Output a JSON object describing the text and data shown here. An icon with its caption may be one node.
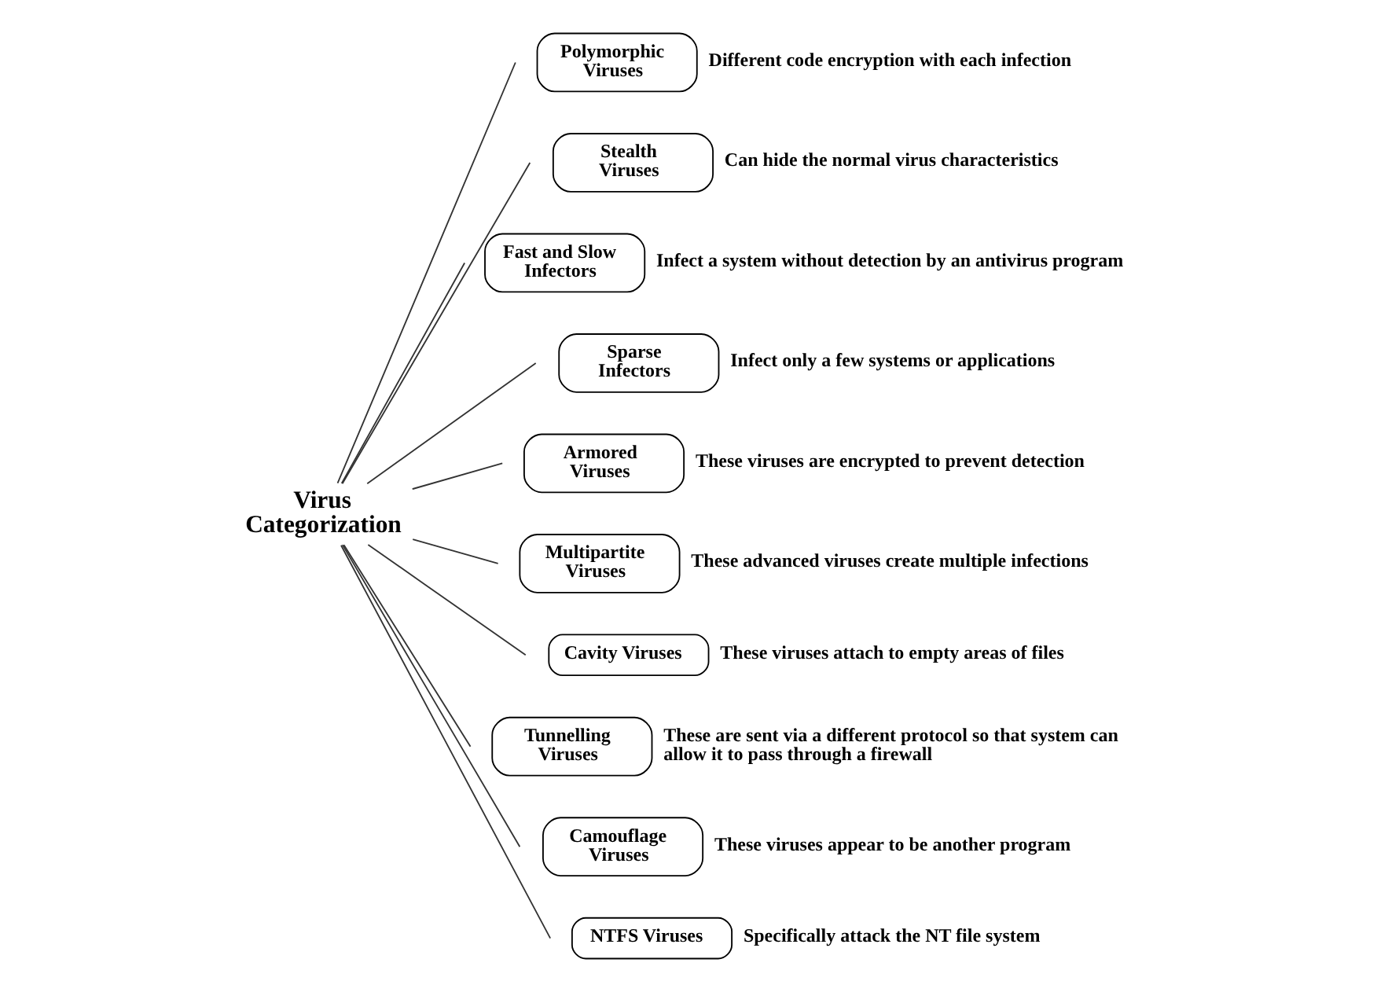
{
  "diagram": {
    "nodes": [
      {
        "text": [
          "Virus Categorization"
        ]
      },
      {
        "text": [
          "Polymorphic Viruses"
        ],
        "beside": [
          "Different code encryption with each infection"
        ]
      },
      {
        "text": [
          "Stealth Viruses"
        ],
        "beside": [
          "Can hide the normal virus characteristics"
        ]
      },
      {
        "text": [
          "Fast and Slow Infectors"
        ],
        "beside": [
          "Infect a system without detection by an antivirus program"
        ]
      },
      {
        "text": [
          "Sparse Infectors"
        ],
        "beside": [
          "Infect only a few systems or applications"
        ]
      },
      {
        "text": [
          "Armored Viruses"
        ],
        "beside": [
          "These viruses are encrypted to prevent detection"
        ]
      },
      {
        "text": [
          "Multipartite Viruses"
        ],
        "beside": [
          "These advanced viruses create multiple infections"
        ]
      },
      {
        "text": [
          "Cavity Viruses"
        ],
        "beside": [
          "These viruses attach to empty areas of files"
        ]
      },
      {
        "text": [
          "Tunnelling Viruses"
        ],
        "beside": [
          "These are sent via a different protocol so that system can allow it to pass through a firewall"
        ]
      },
      {
        "text": [
          "Camouflage Viruses"
        ],
        "beside": [
          "These viruses appear to be another program"
        ]
      },
      {
        "text": [
          "NTFS Viruses"
        ],
        "beside": [
          "Specifically attack the NT file system"
        ]
      }
    ],
    "edges": [
      {
        "from": 0,
        "to": 1,
        "arrow": "none"
      },
      {
        "from": 0,
        "to": 2,
        "arrow": "none"
      },
      {
        "from": 0,
        "to": 3,
        "arrow": "none"
      },
      {
        "from": 0,
        "to": 4,
        "arrow": "none"
      },
      {
        "from": 0,
        "to": 5,
        "arrow": "none"
      },
      {
        "from": 0,
        "to": 6,
        "arrow": "none"
      },
      {
        "from": 0,
        "to": 7,
        "arrow": "none"
      },
      {
        "from": 0,
        "to": 8,
        "arrow": "none"
      },
      {
        "from": 0,
        "to": 9,
        "arrow": "none"
      },
      {
        "from": 0,
        "to": 10,
        "arrow": "none"
      }
    ]
  }
}
